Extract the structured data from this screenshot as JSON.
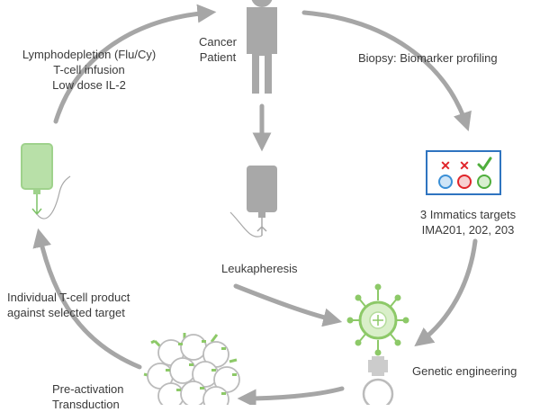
{
  "steps": {
    "lymphodepletion": [
      "Lymphodepletion (Flu/Cy)",
      "T-cell infusion",
      "Low dose IL-2"
    ],
    "patient": [
      "Cancer",
      "Patient"
    ],
    "biopsy": "Biopsy: Biomarker profiling",
    "targets": [
      "3 Immatics targets",
      "IMA201, 202, 203"
    ],
    "leukapheresis": "Leukapheresis",
    "product": [
      "Individual T-cell product",
      "against selected target"
    ],
    "engineering": "Genetic engineering",
    "preactivation": [
      "Pre-activation",
      "Transduction"
    ]
  },
  "biomarker_panel": {
    "marks": [
      "x",
      "x",
      "check"
    ],
    "colors": {
      "cross": "#e0242a",
      "check": "#4fae3c",
      "panel_border": "#2f74c0",
      "circle_blue": "#3a8fd6",
      "circle_red": "#e0242a",
      "circle_green": "#4fae3c"
    }
  },
  "colors": {
    "arrow": "#a6a6a6",
    "silhouette": "#a8a8a8",
    "infusion_bag": "#9fd28c",
    "cell_green": "#8dc968",
    "text": "#3a3a3a"
  }
}
